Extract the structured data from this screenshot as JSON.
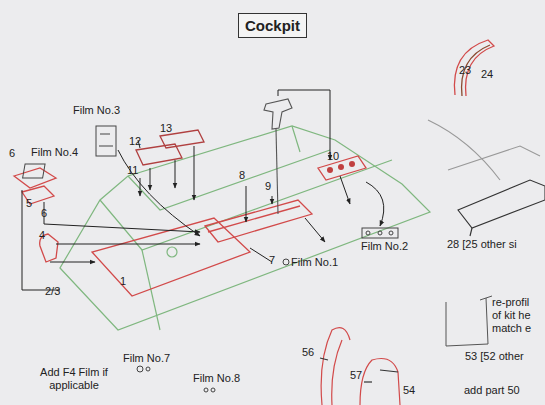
{
  "diagram": {
    "title": "Cockpit",
    "labels": [
      "Film No.3",
      "Film No.4",
      "6",
      "6",
      "5",
      "4",
      "2/3",
      "1",
      "12",
      "13",
      "11",
      "8",
      "9",
      "7",
      "10",
      "Film No.2",
      "Film No.1",
      "23",
      "24",
      "28 [25 other si",
      "re-profil",
      "of kit he",
      "match e",
      "53 [52 other",
      "add part 50",
      "56",
      "57",
      "54",
      "Add F4 Film if applicable",
      "Film No.7",
      "Film No.8"
    ]
  }
}
